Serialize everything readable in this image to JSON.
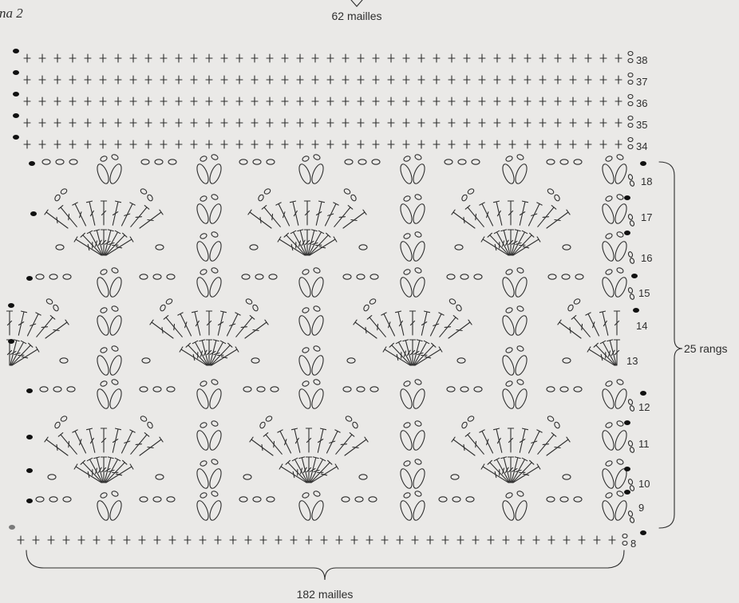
{
  "figure_label": "na 2",
  "top_stitch_count_label": "62 mailles",
  "bottom_stitch_count_label": "182 mailles",
  "row_count_label": "25 rangs",
  "row_labels": [
    "38",
    "37",
    "36",
    "35",
    "34",
    "18",
    "17",
    "16",
    "15",
    "14",
    "13",
    "12",
    "11",
    "10",
    "9",
    "8"
  ],
  "colors": {
    "background": "#eae9e7",
    "ink": "#2e2e2e",
    "dot": "#111111"
  }
}
